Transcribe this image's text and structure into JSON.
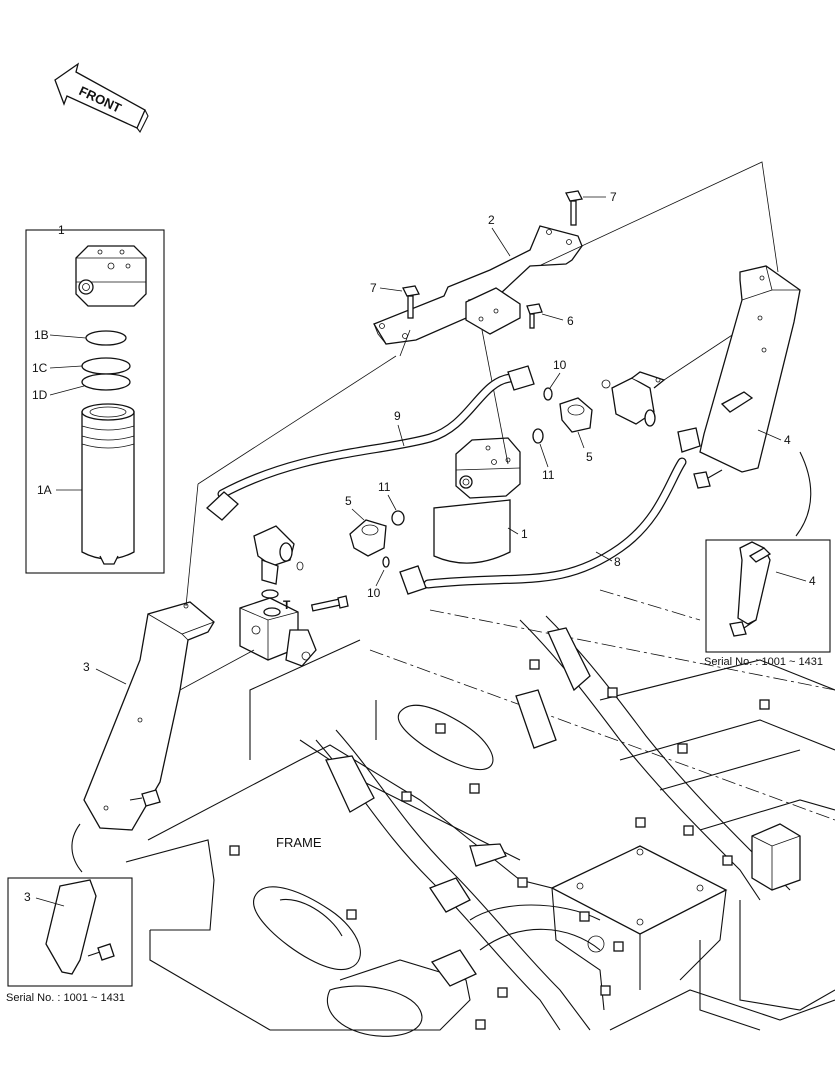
{
  "direction_label": "FRONT",
  "frame_label": "FRAME",
  "callouts": {
    "c1": "1",
    "c1B": "1B",
    "c1C": "1C",
    "c1D": "1D",
    "c1A": "1A",
    "c1_main": "1",
    "c2": "2",
    "c3": "3",
    "c3_inset": "3",
    "c4": "4",
    "c4_inset": "4",
    "c5_left": "5",
    "c5_right": "5",
    "c6": "6",
    "c7_top": "7",
    "c7_left": "7",
    "c8": "8",
    "c9": "9",
    "c10_top": "10",
    "c10_bottom": "10",
    "c11_left": "11",
    "c11_right": "11",
    "port_T": "T"
  },
  "insets": {
    "right_serial": "Serial No. : 1001 ~ 1431",
    "left_serial": "Serial No. : 1001 ~ 1431"
  }
}
